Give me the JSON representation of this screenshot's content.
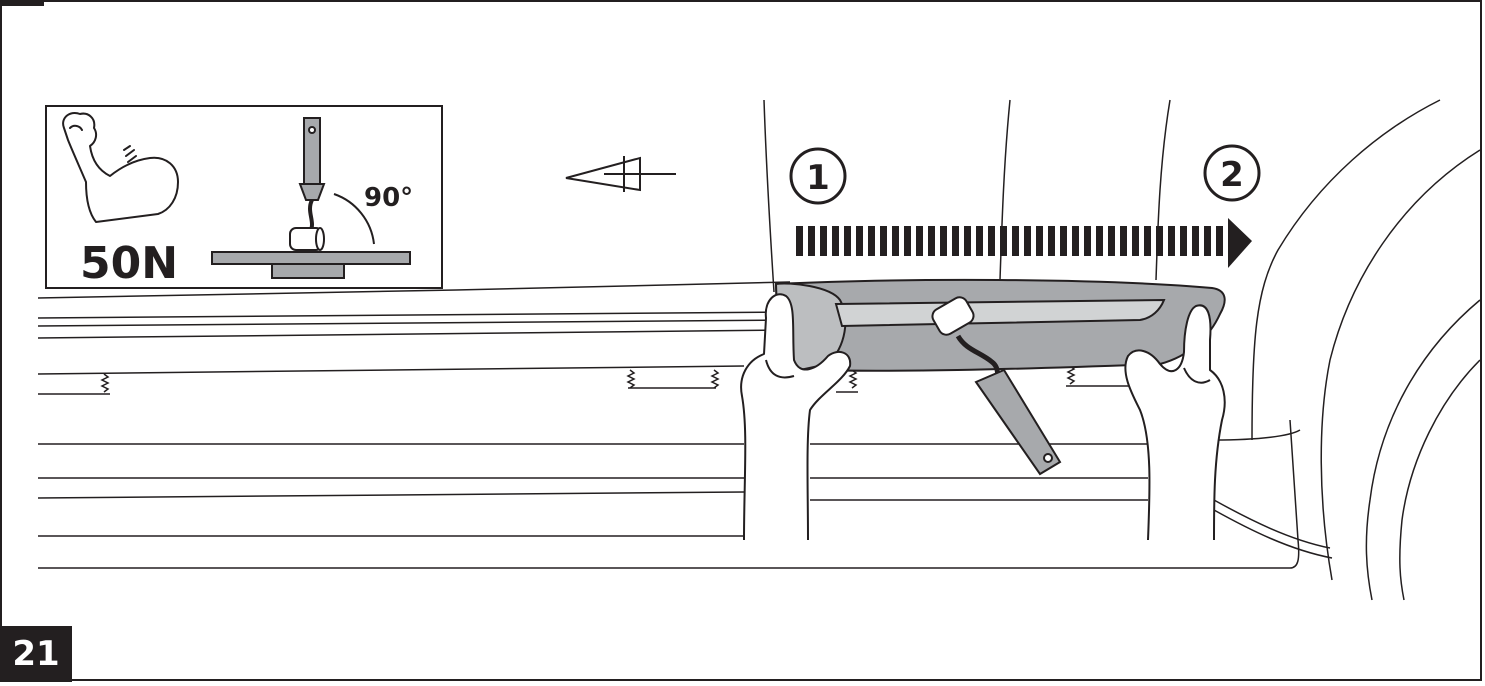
{
  "step_number": "21",
  "inset": {
    "force_label": "50N",
    "angle_label": "90°"
  },
  "sequence": {
    "first": "1",
    "second": "2"
  },
  "colors": {
    "line": "#231f20",
    "panel_fill": "#a7a9ac",
    "badge_bg": "#231f20",
    "arrow_fill": "#231f20"
  }
}
